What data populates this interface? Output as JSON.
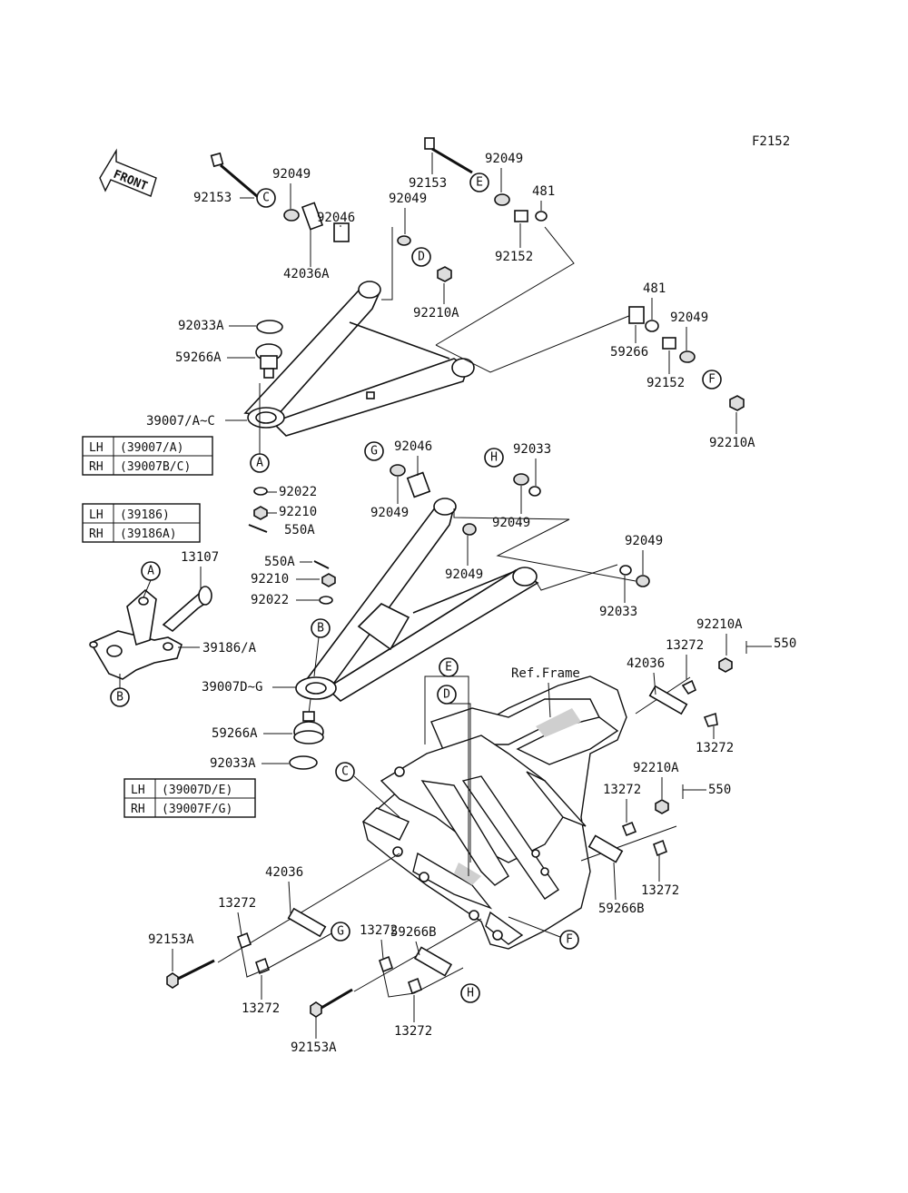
{
  "figure_code": "F2152",
  "front_arrow_text": "FRONT",
  "ref_frame": "Ref.Frame",
  "labels": {
    "p92153_top_left": "92153",
    "p92049_c": "92049",
    "p92046_top": "92046",
    "p42036A": "42036A",
    "p92049_mid": "92049",
    "p92210A_top": "92210A",
    "p92153_top_right": "92153",
    "p92049_e": "92049",
    "p481_top": "481",
    "p92152_top": "92152",
    "p481_right": "481",
    "p92049_right": "92049",
    "p59266": "59266",
    "p92152_right": "92152",
    "p92210A_right": "92210A",
    "p92033A_top": "92033A",
    "p59266A_top": "59266A",
    "p39007_AC": "39007/A~C",
    "p92022_top": "92022",
    "p92210_top": "92210",
    "p550A_top": "550A",
    "p92046_low": "92046",
    "p92049_g": "92049",
    "p92033_h": "92033",
    "p92049_h": "92049",
    "p92049_low_mid": "92049",
    "p92049_low_right": "92049",
    "p92033_low_right": "92033",
    "p13107": "13107",
    "p550A_low": "550A",
    "p92210_low": "92210",
    "p92022_low": "92022",
    "p39186A": "39186/A",
    "p39007DG": "39007D~G",
    "p59266A_low": "59266A",
    "p92033A_low": "92033A",
    "p92210A_frame_top": "92210A",
    "p550_top": "550",
    "p13272_a": "13272",
    "p42036_right": "42036",
    "p13272_b": "13272",
    "p92210A_frame_mid": "92210A",
    "p550_mid": "550",
    "p13272_c": "13272",
    "p13272_d": "13272",
    "p59266B_right": "59266B",
    "p42036_left": "42036",
    "p13272_e": "13272",
    "p92153A_left": "92153A",
    "p13272_f": "13272",
    "p59266B_left": "59266B",
    "p13272_g": "13272",
    "p13272_h": "13272",
    "p92153A_bottom": "92153A"
  },
  "ref_letters": {
    "c_top": "C",
    "e_top": "E",
    "d_top": "D",
    "f_right": "F",
    "a_top": "A",
    "g_mid": "G",
    "h_mid": "H",
    "a_knuckle": "A",
    "b_knuckle": "B",
    "b_arm": "B",
    "e_frame": "E",
    "d_frame": "D",
    "c_frame": "C",
    "f_frame": "F",
    "g_low": "G",
    "h_low": "H"
  },
  "tables": {
    "upper_arm": [
      {
        "side": "LH",
        "part": "(39007/A)"
      },
      {
        "side": "RH",
        "part": "(39007B/C)"
      }
    ],
    "knuckle": [
      {
        "side": "LH",
        "part": "(39186)"
      },
      {
        "side": "RH",
        "part": "(39186A)"
      }
    ],
    "lower_arm": [
      {
        "side": "LH",
        "part": "(39007D/E)"
      },
      {
        "side": "RH",
        "part": "(39007F/G)"
      }
    ]
  }
}
